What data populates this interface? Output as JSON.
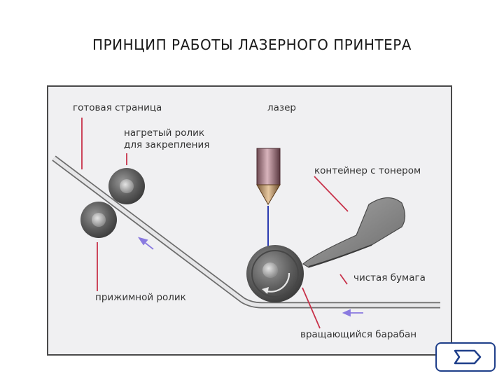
{
  "slide": {
    "title": "ПРИНЦИП РАБОТЫ ЛАЗЕРНОГО ПРИНТЕРА"
  },
  "diagram": {
    "labels": {
      "finished_page": "готовая страница",
      "heated_roller_line1": "нагретый ролик",
      "heated_roller_line2": "для закрепления",
      "laser": "лазер",
      "toner_container": "контейнер с тонером",
      "clean_paper": "чистая бумага",
      "pressure_roller": "прижимной ролик",
      "rotating_drum": "вращающийся барабан"
    },
    "colors": {
      "leader_line": "#c8324a",
      "paper_flow_arrow": "#8a7ae0",
      "laser_beam": "#2a3ab0",
      "roller": "#5f5f5f",
      "toner_container": "#8c8c8c"
    }
  },
  "navigation": {
    "next_icon": "chevron-right-icon"
  }
}
